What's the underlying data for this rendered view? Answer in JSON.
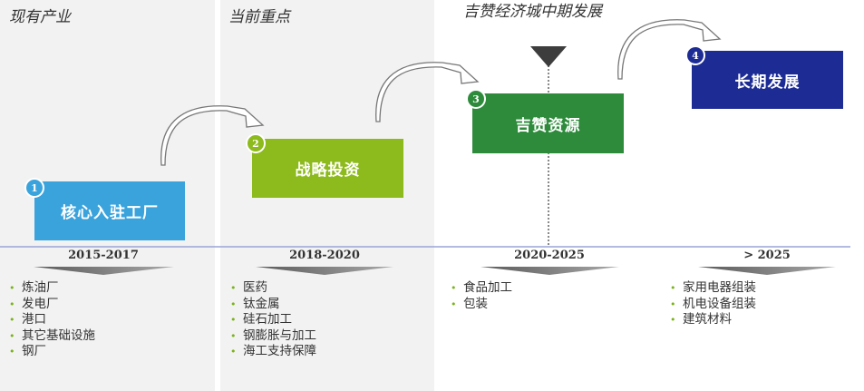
{
  "sections": [
    {
      "title": "现有产业"
    },
    {
      "title": "当前重点"
    },
    {
      "title": "吉赞经济城中期发展"
    }
  ],
  "colors": {
    "stage1": "#3ba3dc",
    "stage2": "#8dba1c",
    "stage3": "#2e8b3c",
    "stage4": "#1d2c94",
    "bullet": "#7ab317",
    "timeline": "#9aa5d6",
    "arrow": "#666666"
  },
  "stages": [
    {
      "number": "1",
      "label": "核心入驻工厂",
      "period": "2015-2017",
      "items": [
        "炼油厂",
        "发电厂",
        "港口",
        "其它基础设施",
        "钢厂"
      ]
    },
    {
      "number": "2",
      "label": "战略投资",
      "period": "2018-2020",
      "items": [
        "医药",
        "钛金属",
        "硅石加工",
        "钢膨胀与加工",
        "海工支持保障"
      ]
    },
    {
      "number": "3",
      "label": "吉赞资源",
      "period": "2020-2025",
      "items": [
        "食品加工",
        "包装"
      ]
    },
    {
      "number": "4",
      "label": "长期发展",
      "period": "> 2025",
      "items": [
        "家用电器组装",
        "机电设备组装",
        "建筑材料"
      ]
    }
  ]
}
